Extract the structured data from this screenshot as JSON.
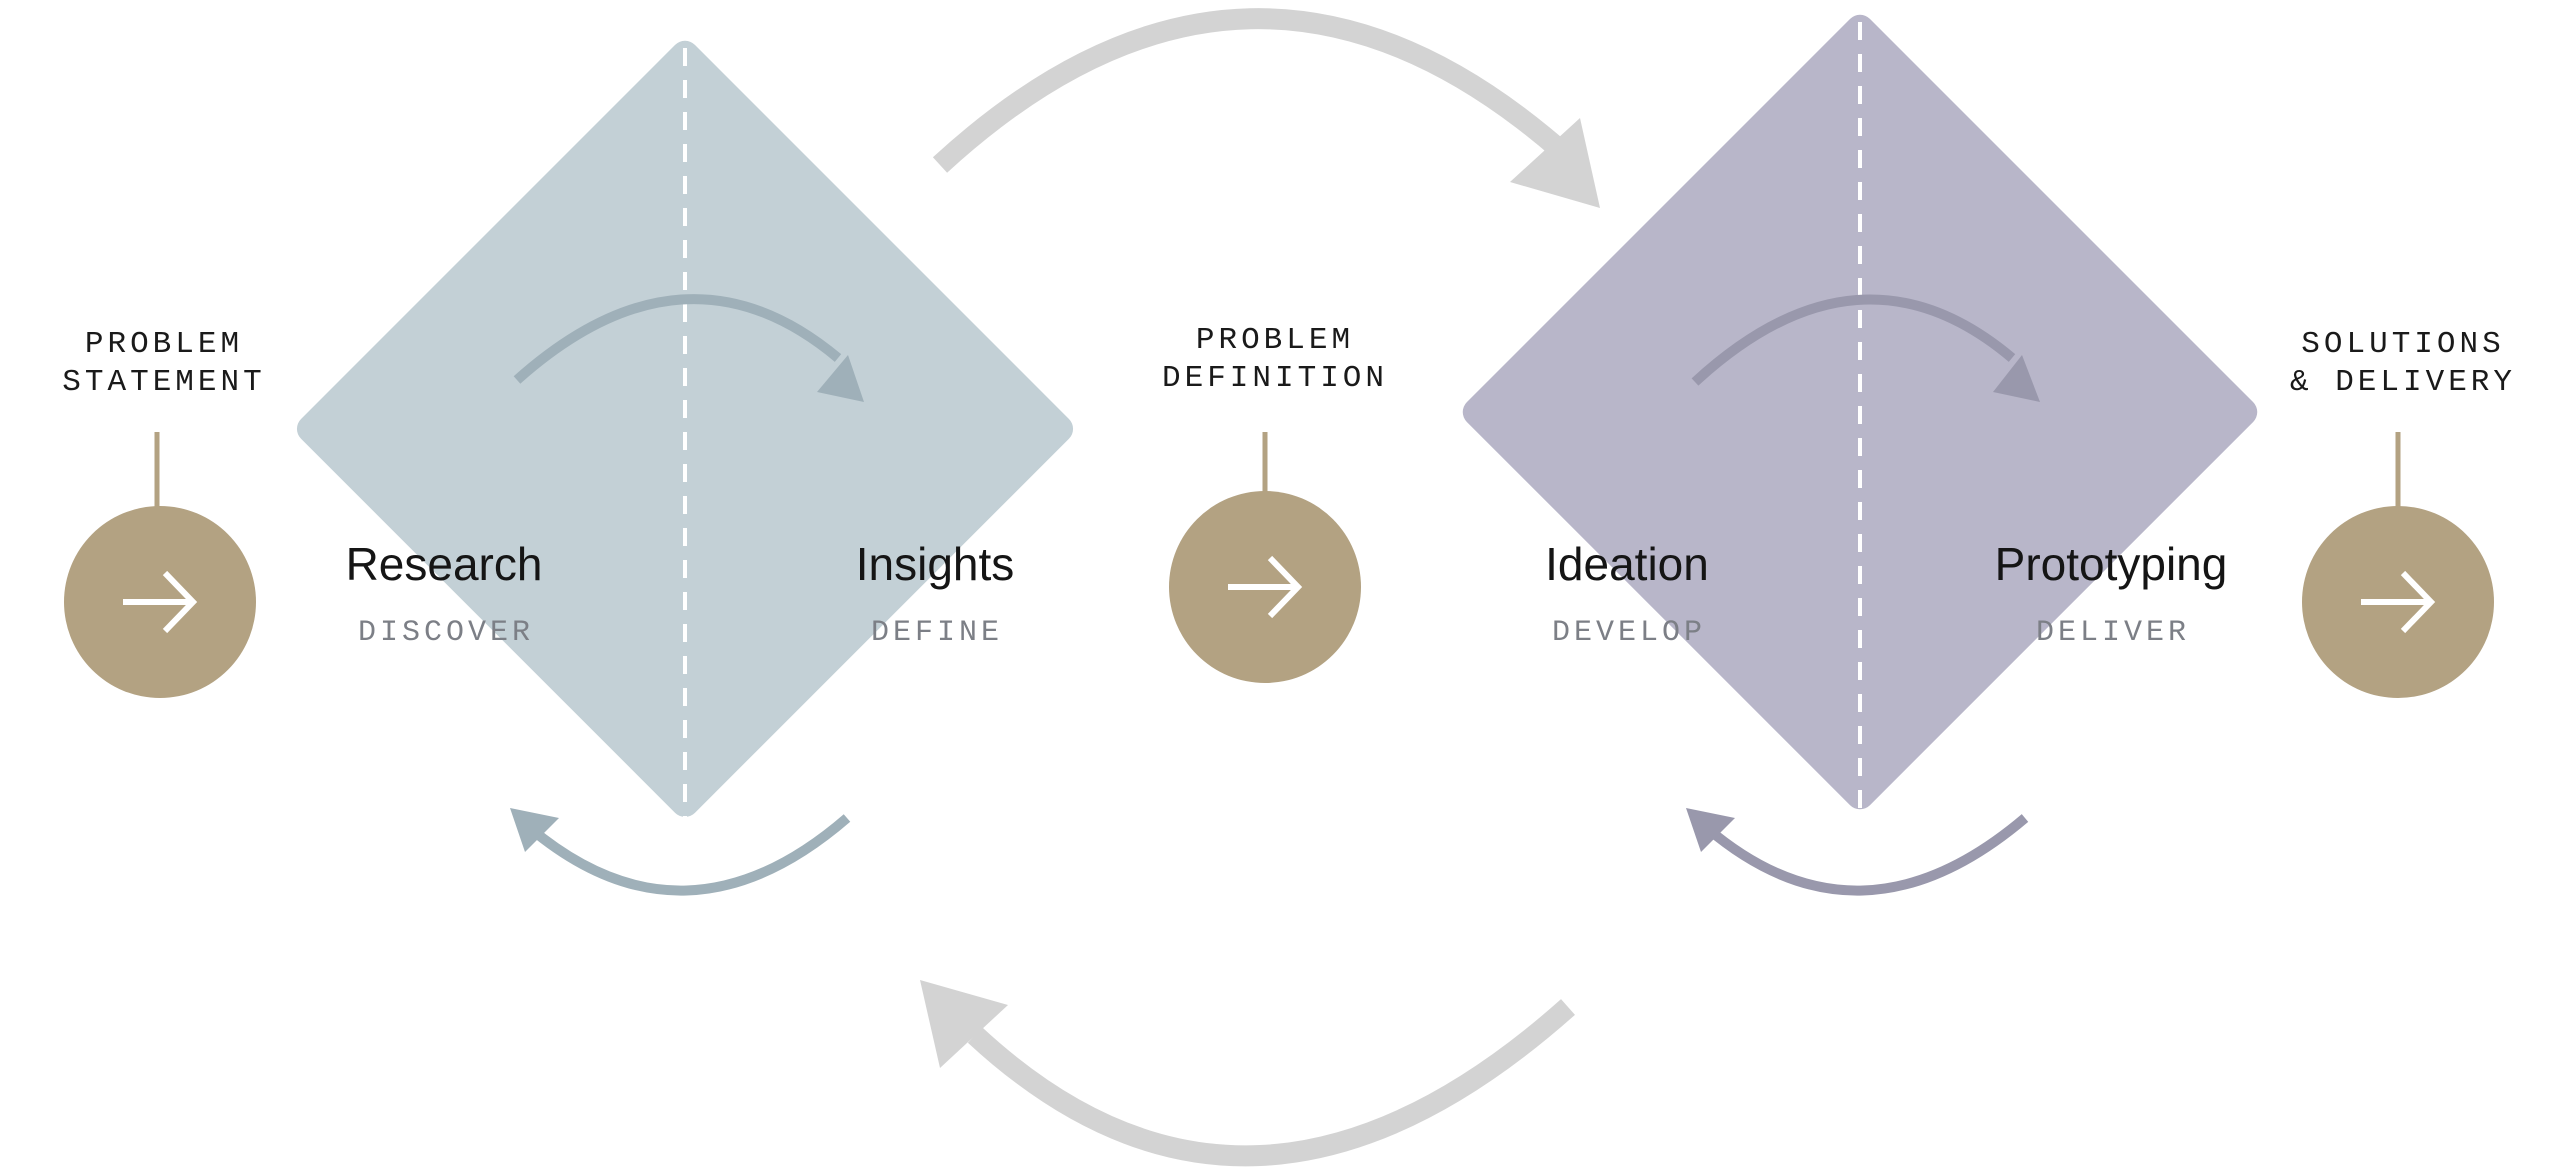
{
  "colors": {
    "left_diamond": "#c3d0d6",
    "right_diamond": "#b8b6c9",
    "milestone_circle": "#b3a282",
    "milestone_stem": "#b3a282",
    "outer_arrow": "#d3d3d3",
    "left_inner_arrow": "#9fb0b9",
    "right_inner_arrow": "#9998ac",
    "divider": "#ffffff"
  },
  "milestones": [
    {
      "id": "problem-statement",
      "label_lines": [
        "PROBLEM",
        "STATEMENT"
      ],
      "icon": "arrow-right-icon"
    },
    {
      "id": "problem-definition",
      "label_lines": [
        "PROBLEM",
        "DEFINITION"
      ],
      "icon": "arrow-right-icon"
    },
    {
      "id": "solutions-delivery",
      "label_lines": [
        "SOLUTIONS",
        "& DELIVERY"
      ],
      "icon": "arrow-right-icon"
    }
  ],
  "phases": [
    {
      "id": "research",
      "title": "Research",
      "subtitle": "DISCOVER"
    },
    {
      "id": "insights",
      "title": "Insights",
      "subtitle": "DEFINE"
    },
    {
      "id": "ideation",
      "title": "Ideation",
      "subtitle": "DEVELOP"
    },
    {
      "id": "prototyping",
      "title": "Prototyping",
      "subtitle": "DELIVER"
    }
  ]
}
